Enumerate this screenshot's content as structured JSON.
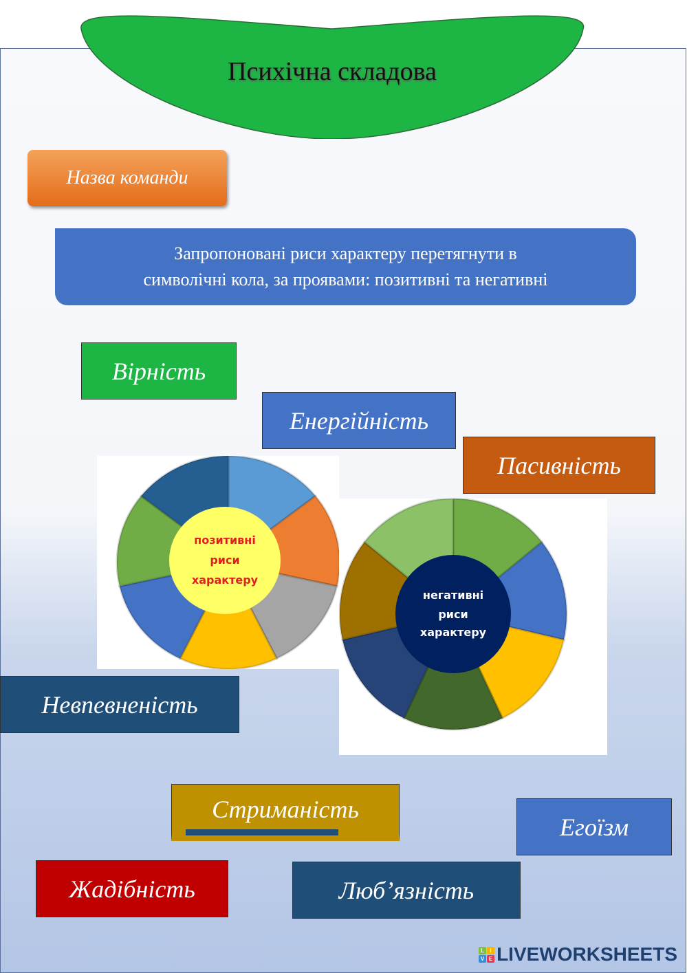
{
  "title": "Психічна складова",
  "team_label": "Назва команди",
  "instruction_line1": "Запропоновані риси характеру перетягнути в",
  "instruction_line2": "символічні кола, за проявами: позитивні та негативні",
  "cards": [
    {
      "text": "Вірність",
      "color": "#1db544"
    },
    {
      "text": "Енергійність",
      "color": "#4472c4"
    },
    {
      "text": "Пасивність",
      "color": "#c55a11"
    },
    {
      "text": "Невпевненість",
      "color": "#1f4e79"
    },
    {
      "text": "Стриманість",
      "color": "#bf9000"
    },
    {
      "text": "Егоїзм",
      "color": "#4472c4"
    },
    {
      "text": "Жадібність",
      "color": "#c00000"
    },
    {
      "text": "Любʼязність",
      "color": "#1f4e79"
    }
  ],
  "positive": {
    "line1": "позитивні",
    "line2": "риси",
    "line3": "характеру",
    "center_color": "#ffff66",
    "text_color": "#e02020",
    "segments": [
      "#5b9bd5",
      "#ed7d31",
      "#a5a5a5",
      "#ffc000",
      "#4472c4",
      "#70ad47",
      "#255e91"
    ]
  },
  "negative": {
    "line1": "негативні",
    "line2": "риси",
    "line3": "характеру",
    "center_color": "#002060",
    "text_color": "#ffffff",
    "segments": [
      "#70ad47",
      "#4472c4",
      "#ffc000",
      "#43682b",
      "#264478",
      "#9e7000",
      "#8cc168"
    ]
  },
  "logo": {
    "text": "LIVEWORKSHEETS",
    "letters": [
      "L",
      "I",
      "V",
      "E"
    ]
  }
}
